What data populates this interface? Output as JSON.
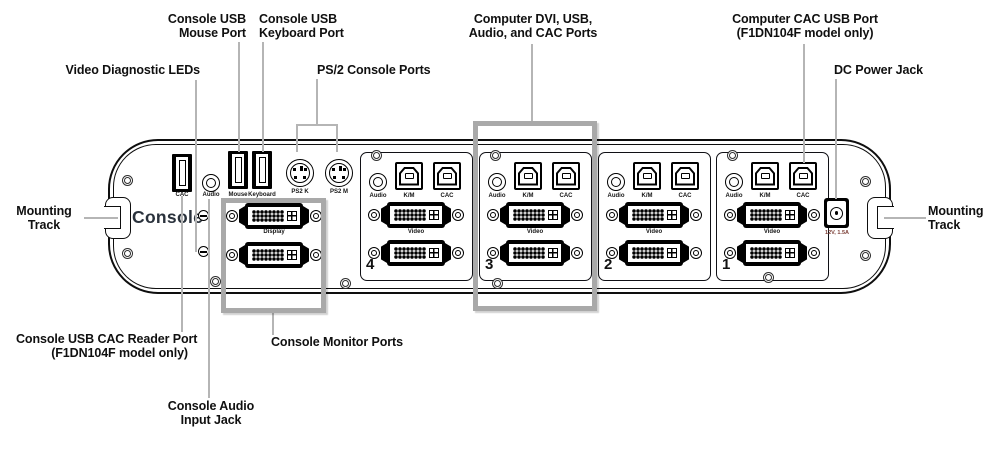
{
  "callouts": {
    "video_leds": "Video Diagnostic LEDs",
    "mouse": [
      "Console USB",
      "Mouse Port"
    ],
    "keyboard": [
      "Console USB",
      "Keyboard Port"
    ],
    "ps2": "PS/2 Console Ports",
    "computer_ports": [
      "Computer DVI, USB,",
      "Audio, and CAC Ports"
    ],
    "cac_usb": [
      "Computer CAC USB Port",
      "(F1DN104F model only)"
    ],
    "dc_power": "DC Power Jack",
    "mounting_left": [
      "Mounting",
      "Track"
    ],
    "mounting_right": [
      "Mounting",
      "Track"
    ],
    "cac_reader": [
      "Console USB CAC Reader Port",
      "(F1DN104F model only)"
    ],
    "monitor_ports": "Console Monitor Ports",
    "audio_input": [
      "Console Audio",
      "Input Jack"
    ]
  },
  "device": {
    "console_label": "Console",
    "console": {
      "cac": "CAC",
      "audio": "Audio",
      "mouse": "Mouse",
      "keyboard": "Keyboard",
      "ps2k": "PS2 K",
      "ps2m": "PS2 M",
      "display": "Display"
    },
    "port_labels": {
      "audio": "Audio",
      "km": "K/M",
      "cac": "CAC",
      "video": "Video"
    },
    "sections": [
      {
        "number": "4"
      },
      {
        "number": "3"
      },
      {
        "number": "2"
      },
      {
        "number": "1"
      }
    ],
    "power_label": "12V, 1.5A"
  },
  "colors": {
    "highlight_gray": "#a9a9a9",
    "leader_gray": "#b5b5b5",
    "label_black": "#101010"
  }
}
